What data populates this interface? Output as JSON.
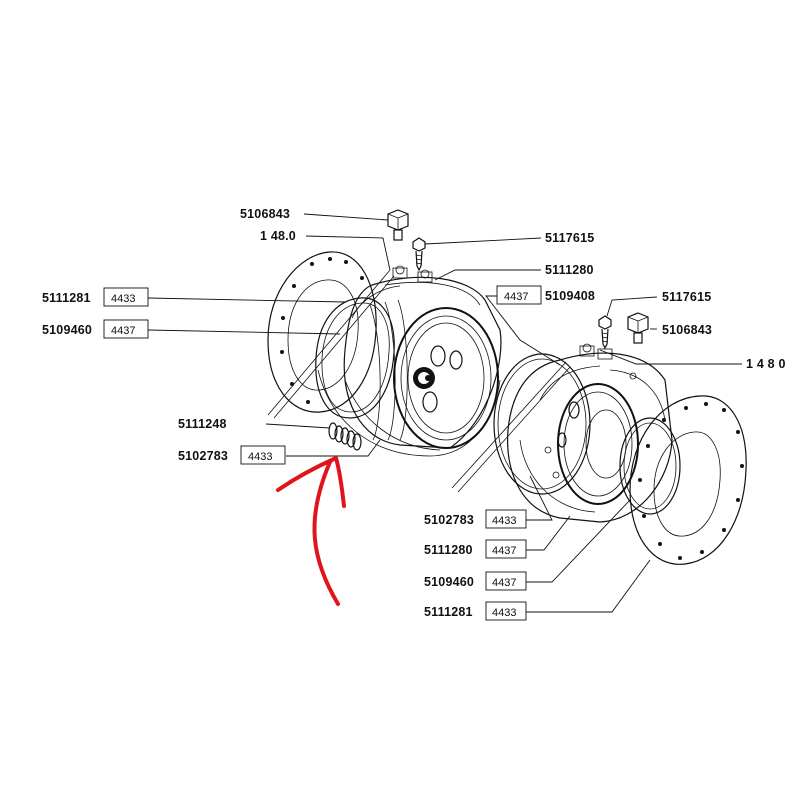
{
  "labels": {
    "p5106843_top": "5106843",
    "p148_top": "1 48.0",
    "p5117615_top": "5117615",
    "p5111280_top": "5111280",
    "p4437_mid": "4437",
    "p5109408": "5109408",
    "p5117615_right": "5117615",
    "p5106843_right": "5106843",
    "p148_right": "1 4 8 0",
    "p5111281_left": "5111281",
    "p4433_left": "4433",
    "p5109460_left": "5109460",
    "p4437_left": "4437",
    "p5111248": "5111248",
    "p5102783_left": "5102783",
    "p4433_left2": "4433",
    "p5102783_bot": "5102783",
    "p4433_bot1": "4433",
    "p5111280_bot": "5111280",
    "p4437_bot2": "4437",
    "p5109460_bot": "5109460",
    "p4437_bot3": "4437",
    "p5111281_bot": "5111281",
    "p4433_bot4": "4433"
  },
  "colors": {
    "line": "#111111",
    "arrow": "#e0151b",
    "background": "#ffffff"
  },
  "icons": [
    "bolt-icon",
    "screw-icon",
    "spring-icon",
    "red-arrow-icon"
  ]
}
